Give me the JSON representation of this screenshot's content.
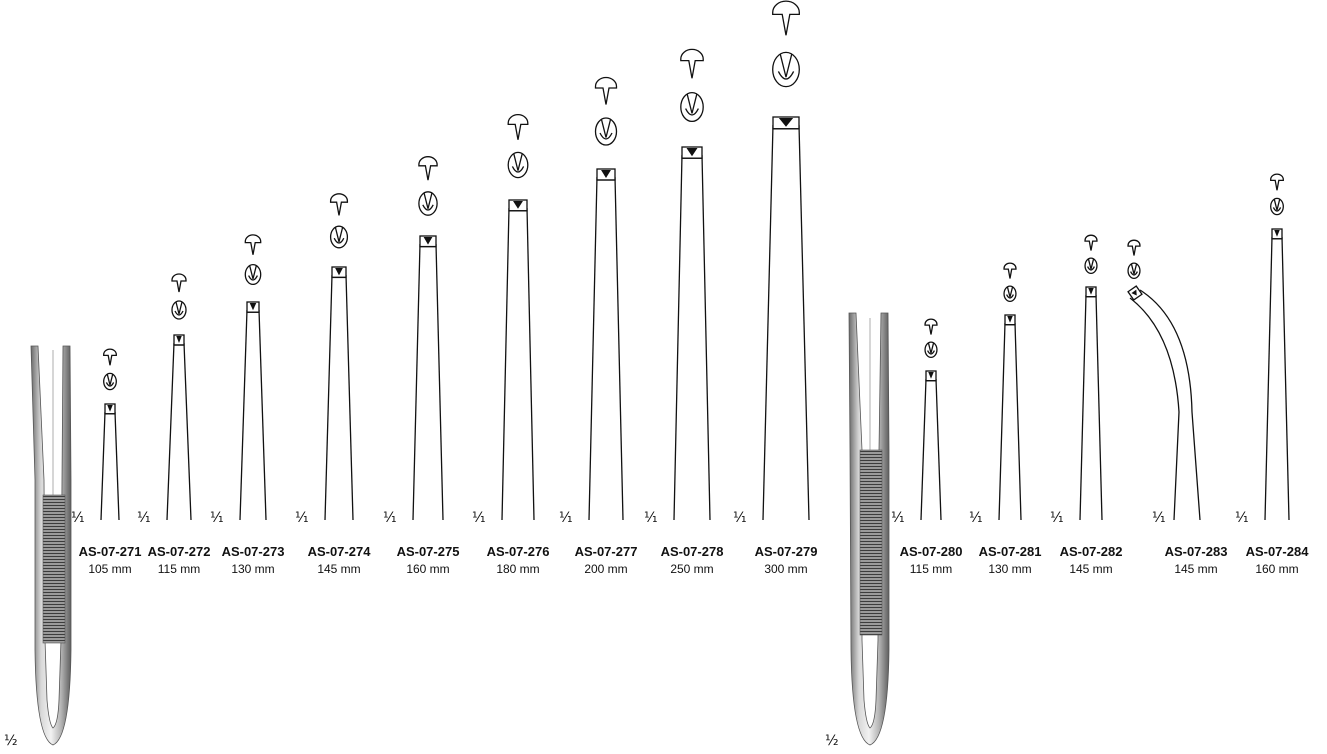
{
  "colors": {
    "ink": "#111111",
    "steel_light": "#e4e4e4",
    "steel_mid": "#a9a9a9",
    "steel_dark": "#6b6b6b"
  },
  "photos": [
    {
      "scale_label": "½",
      "icon": "tissue-forceps-photo"
    },
    {
      "scale_label": "½",
      "icon": "tissue-forceps-photo"
    }
  ],
  "groups": [
    {
      "items": [
        {
          "code": "AS-07-271",
          "size": "105 mm",
          "scale_label": "¹⁄₁"
        },
        {
          "code": "AS-07-272",
          "size": "115 mm",
          "scale_label": "¹⁄₁"
        },
        {
          "code": "AS-07-273",
          "size": "130 mm",
          "scale_label": "¹⁄₁"
        },
        {
          "code": "AS-07-274",
          "size": "145 mm",
          "scale_label": "¹⁄₁"
        },
        {
          "code": "AS-07-275",
          "size": "160 mm",
          "scale_label": "¹⁄₁"
        },
        {
          "code": "AS-07-276",
          "size": "180 mm",
          "scale_label": "¹⁄₁"
        },
        {
          "code": "AS-07-277",
          "size": "200 mm",
          "scale_label": "¹⁄₁"
        },
        {
          "code": "AS-07-278",
          "size": "250 mm",
          "scale_label": "¹⁄₁"
        },
        {
          "code": "AS-07-279",
          "size": "300 mm",
          "scale_label": "¹⁄₁"
        }
      ]
    },
    {
      "items": [
        {
          "code": "AS-07-280",
          "size": "115 mm",
          "scale_label": "¹⁄₁"
        },
        {
          "code": "AS-07-281",
          "size": "130 mm",
          "scale_label": "¹⁄₁"
        },
        {
          "code": "AS-07-282",
          "size": "145 mm",
          "scale_label": "¹⁄₁"
        },
        {
          "code": "AS-07-283",
          "size": "145 mm",
          "scale_label": "¹⁄₁",
          "curved": true
        },
        {
          "code": "AS-07-284",
          "size": "160 mm",
          "scale_label": "¹⁄₁"
        }
      ]
    }
  ]
}
